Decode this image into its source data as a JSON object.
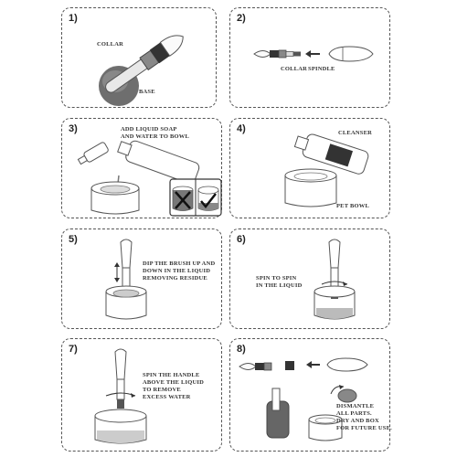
{
  "steps": [
    {
      "number": "1)",
      "labels": [
        "COLLAR",
        "BASE"
      ]
    },
    {
      "number": "2)",
      "labels": [
        "COLLAR",
        "SPINDLE"
      ]
    },
    {
      "number": "3)",
      "labels": [
        "ADD LIQUID SOAP",
        "AND WATER TO BOWL"
      ]
    },
    {
      "number": "4)",
      "labels": [
        "CLEANSER",
        "PET BOWL"
      ]
    },
    {
      "number": "5)",
      "labels": [
        "DIP THE BRUSH UP AND",
        "DOWN IN THE LIQUID",
        "REMOVING RESIDUE"
      ]
    },
    {
      "number": "6)",
      "labels": [
        "SPIN TO SPIN",
        "IN THE LIQUID"
      ]
    },
    {
      "number": "7)",
      "labels": [
        "SPIN THE HANDLE",
        "ABOVE THE LIQUID",
        "TO REMOVE",
        "EXCESS WATER"
      ]
    },
    {
      "number": "8)",
      "labels": [
        "DISMANTLE",
        "ALL PARTS.",
        "DRY AND BOX",
        "FOR FUTURE USE."
      ]
    }
  ]
}
